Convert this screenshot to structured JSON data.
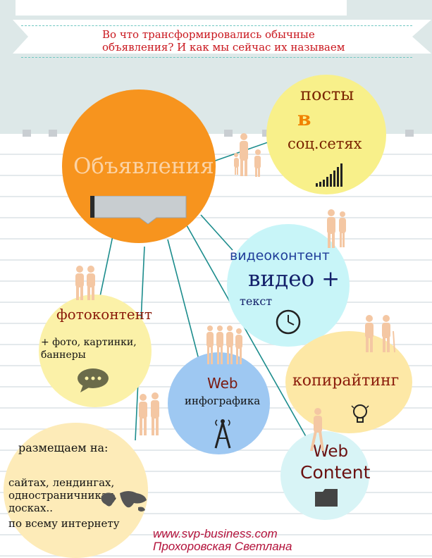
{
  "header": {
    "title": "Во что трансформировались обычные объявления? И как мы сейчас их называем",
    "title_line1": "Во что трансформировались обычные",
    "title_line2": "объявления? И как мы сейчас их называем"
  },
  "hub": {
    "label": "Объявления"
  },
  "nodes": {
    "social": {
      "line1": "посты",
      "line2": "в",
      "line3": "соц.сетях",
      "icon": "signal-bars-icon"
    },
    "video": {
      "title": "видеоконтент",
      "big": "видео +",
      "small": "текст",
      "icon": "clock-icon"
    },
    "photo": {
      "title": "фотоконтент",
      "line1": "+ фото, картинки,",
      "line2": "баннеры",
      "icon": "speech-bubble-icon"
    },
    "infographic": {
      "title": "Web",
      "sub": "инфографика",
      "icon": "radio-tower-icon"
    },
    "copywriting": {
      "title": "копирайтинг",
      "icon": "light-bulb-icon"
    },
    "webcontent": {
      "line1": "Web",
      "line2": "Content",
      "icon": "folder-icon"
    },
    "placement": {
      "title": "размещаем на:",
      "line1": "сайтах, лендингах,",
      "line2": "одностраничниках,",
      "line3": "досках..",
      "line4": "по всему интернету",
      "icon": "world-map-icon"
    }
  },
  "footer": {
    "site": "www.svp-business.com",
    "author": "Прохоровская Светлана"
  },
  "colors": {
    "hub": "#f7941e",
    "social": "#f8f08a",
    "video": "#c8f5f8",
    "photo": "#fbf1a8",
    "infographic": "#9ec8f2",
    "copywriting": "#fde8a6",
    "webcontent": "#d8f4f6",
    "placement": "#fdebb8",
    "connector": "#1b8c8c",
    "footer_text": "#b3113a"
  }
}
